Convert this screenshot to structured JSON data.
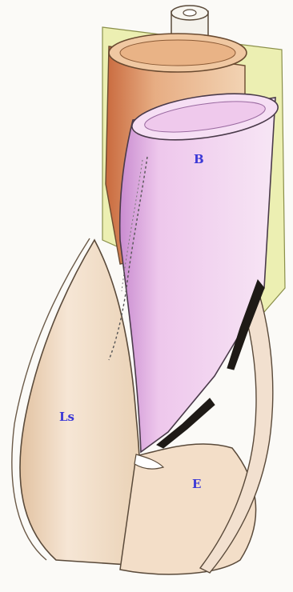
{
  "labels": {
    "b": "B",
    "ls": "Ls",
    "e": "E"
  },
  "colors": {
    "background": "#fbfaf7",
    "yellow_green_backing": "#ecefb2",
    "outer_cylinder": "#e8b98c",
    "outer_cylinder_shade": "#c96a3e",
    "inner_tube_fill": "#f1d3ef",
    "inner_tube_shade": "#c98cd0",
    "tissue": "#f6e6d5",
    "tissue_shade": "#d9b189",
    "outline": "#5a4a3a",
    "label_text": "#3b38d6"
  }
}
